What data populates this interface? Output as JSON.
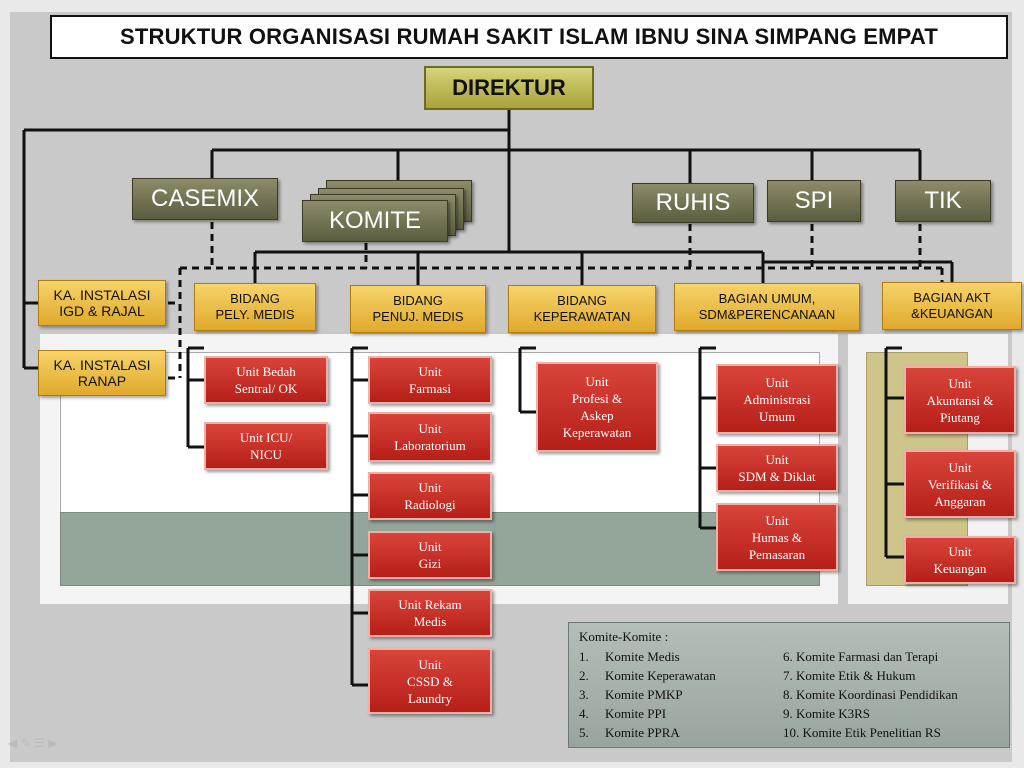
{
  "title": "STRUKTUR ORGANISASI RUMAH SAKIT ISLAM IBNU SINA SIMPANG EMPAT",
  "direktur": "DIREKTUR",
  "staff": {
    "casemix": "CASEMIX",
    "komite": "KOMITE",
    "ruhis": "RUHIS",
    "spi": "SPI",
    "tik": "TIK"
  },
  "instalasi": [
    {
      "line1": "KA. INSTALASI",
      "line2": "IGD & RAJAL"
    },
    {
      "line1": "KA. INSTALASI",
      "line2": "RANAP"
    }
  ],
  "bidang": [
    {
      "line1": "BIDANG",
      "line2": "PELY. MEDIS"
    },
    {
      "line1": "BIDANG",
      "line2": "PENUJ. MEDIS"
    },
    {
      "line1": "BIDANG",
      "line2": "KEPERAWATAN"
    },
    {
      "line1": "BAGIAN UMUM,",
      "line2": "SDM&PERENCANAAN"
    },
    {
      "line1": "BAGIAN AKT",
      "line2": "&KEUANGAN"
    }
  ],
  "units": {
    "pelayanan": [
      {
        "line1": "Unit  Bedah",
        "line2": "Sentral/  OK"
      },
      {
        "line1": "Unit  ICU/",
        "line2": "NICU"
      }
    ],
    "penunjang": [
      {
        "line1": "Unit",
        "line2": "Farmasi"
      },
      {
        "line1": "Unit",
        "line2": "Laboratorium"
      },
      {
        "line1": "Unit",
        "line2": "Radiologi"
      },
      {
        "line1": "Unit",
        "line2": "Gizi"
      },
      {
        "line1": "Unit  Rekam",
        "line2": "Medis"
      },
      {
        "line1": "Unit",
        "line2": "CSSD &",
        "line3": "Laundry"
      }
    ],
    "keperawatan": [
      {
        "line1": "Unit",
        "line2": "Profesi  &",
        "line3": "Askep",
        "line4": "Keperawatan"
      }
    ],
    "umum": [
      {
        "line1": "Unit",
        "line2": "Administrasi",
        "line3": "Umum"
      },
      {
        "line1": "Unit",
        "line2": "SDM  &  Diklat"
      },
      {
        "line1": "Unit",
        "line2": "Humas  &",
        "line3": "Pemasaran"
      }
    ],
    "keuangan": [
      {
        "line1": "Unit",
        "line2": "Akuntansi  &",
        "line3": "Piutang"
      },
      {
        "line1": "Unit",
        "line2": "Verifikasi  &",
        "line3": "Anggaran"
      },
      {
        "line1": "Unit",
        "line2": "Keuangan"
      }
    ]
  },
  "komite_list": {
    "header": "Komite-Komite :",
    "left": [
      {
        "num": "1.",
        "name": "Komite  Medis"
      },
      {
        "num": "2.",
        "name": "Komite  Keperawatan"
      },
      {
        "num": "3.",
        "name": "Komite  PMKP"
      },
      {
        "num": "4.",
        "name": "Komite  PPI"
      },
      {
        "num": "5.",
        "name": "Komite  PPRA"
      }
    ],
    "right": [
      "6. Komite  Farmasi  dan Terapi",
      "7. Komite  Etik  &  Hukum",
      "8. Komite  Koordinasi  Pendidikan",
      "9. Komite  K3RS",
      "10. Komite  Etik  Penelitian  RS"
    ]
  },
  "colors": {
    "olive": "#6f6f52",
    "gold": "#f0c04a",
    "red": "#c3281e",
    "legend": "#a6b1ab"
  }
}
